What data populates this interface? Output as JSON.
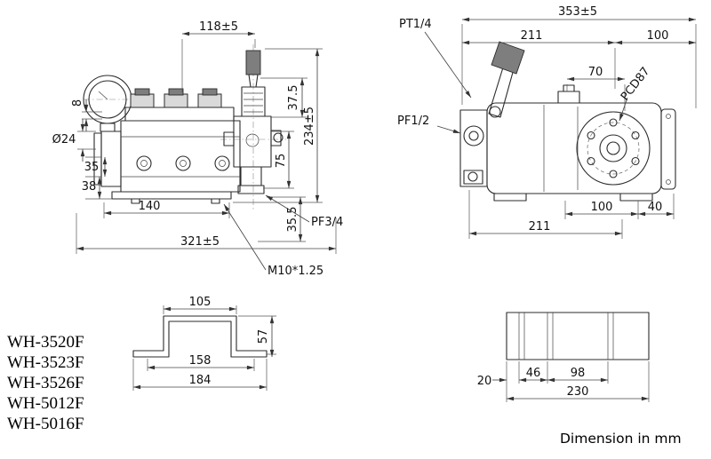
{
  "front_view": {
    "dim_118": "118±5",
    "dim_375": "37.5",
    "dim_234": "234±5",
    "dim_8": "8",
    "dim_dia24": "Ø24",
    "dim_35": "35",
    "dim_38": "38",
    "dim_75": "75",
    "dim_140": "140",
    "dim_355": "35.5",
    "port_pf34": "PF3/4",
    "dim_321": "321±5",
    "thread_m10": "M10*1.25"
  },
  "side_view": {
    "dim_353": "353±5",
    "dim_211_top": "211",
    "dim_100_top": "100",
    "dim_70": "70",
    "label_pcd87": "PCD87",
    "port_pt14": "PT1/4",
    "port_pf12": "PF1/2",
    "dim_100_bottom": "100",
    "dim_40": "40",
    "dim_211_bottom": "211"
  },
  "bracket_view": {
    "dim_105": "105",
    "dim_57": "57",
    "dim_158": "158",
    "dim_184": "184"
  },
  "base_view": {
    "dim_20": "20",
    "dim_46": "46",
    "dim_98": "98",
    "dim_230": "230"
  },
  "models": [
    "WH-3520F",
    "WH-3523F",
    "WH-3526F",
    "WH-5012F",
    "WH-5016F"
  ],
  "footer": {
    "note": "Dimension in mm"
  }
}
